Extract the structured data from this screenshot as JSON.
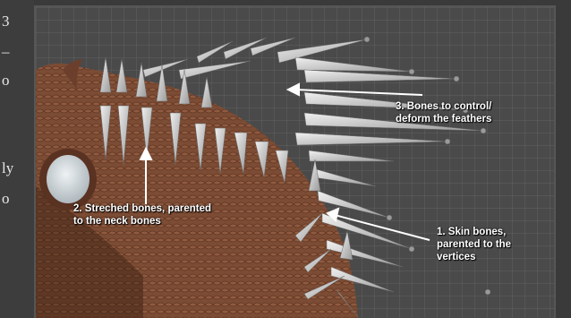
{
  "left_panel": {
    "fragments": [
      "3",
      "–",
      "o",
      "",
      "ly",
      "o"
    ]
  },
  "annotations": {
    "bones_feathers": "3. Bones to control/\ndeform the feathers",
    "stretched_bones": "2. Streched bones, parented\nto the neck bones",
    "skin_bones": "1. Skin bones,\nparented to the\nvertices"
  },
  "colors": {
    "skin": "#7a4a32",
    "bone": "#d9d9d9",
    "viewport_bg": "#4a4a4a"
  }
}
